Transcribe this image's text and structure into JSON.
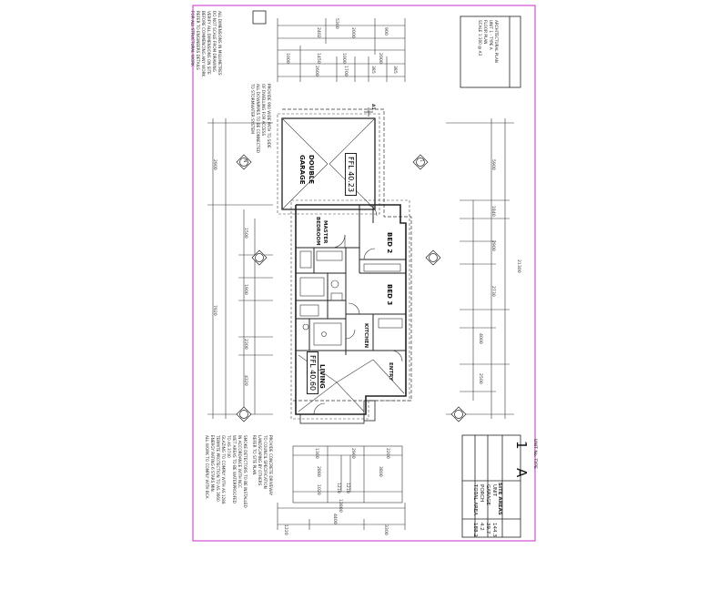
{
  "rooms": {
    "double_garage_l1": "DOUBLE",
    "double_garage_l2": "GARAGE",
    "master_bed_l1": "MASTER",
    "master_bed_l2": "BEDROOM",
    "bed2": "BED 2",
    "bed3": "BED 3",
    "living": "LIVING",
    "kitchen": "KITCHEN",
    "entry": "ENTRY"
  },
  "levels": {
    "garage_ffl": "FFL 40.23",
    "house_ffl": "FFL 40.60"
  },
  "site_left": {
    "top_total": "5300",
    "top_row1": [
      "2402",
      "2000",
      "900"
    ],
    "top_row2": [
      "1000",
      "1450",
      "1000",
      "2000"
    ],
    "top_row3": [
      "2600",
      "1700",
      "385",
      "385"
    ],
    "bottom_row1": [
      "1300",
      "2960",
      "2200"
    ],
    "bottom_row2": [
      "2880",
      "3800"
    ],
    "bottom_row3": [
      "1020",
      "1210",
      "1210"
    ],
    "bottom_total": "13800",
    "bottom_outer": [
      "1220",
      "4400",
      "3300"
    ]
  },
  "site_right": {
    "total": "21300",
    "segments": [
      "5900",
      "1840",
      "2900",
      "2730",
      "4000",
      "2500"
    ]
  },
  "site_top_left": [
    "2900",
    "7920",
    "1500",
    "1900",
    "2300",
    "4320"
  ],
  "schedule": {
    "title": "SITE AREAS",
    "rows": [
      {
        "label": "UNIT",
        "value": "144.3"
      },
      {
        "label": "GARAGE",
        "value": "39.7"
      },
      {
        "label": "PORCH",
        "value": "4.2"
      },
      {
        "label": "TOTAL AREA",
        "value": "188.2"
      }
    ],
    "unit_no": "1",
    "unit_letter": "A",
    "meta": "UNIT No.   TYPE"
  },
  "title_block": {
    "lines": [
      "ARCHITECTURAL PLAN",
      "UNIT 1 - TYPE A",
      "FLOOR PLAN",
      "SCALE 1:100 @ A3"
    ]
  },
  "notes_top_left": [
    "ALL DIMENSIONS IN MILLIMETRES",
    "DO NOT SCALE FROM DRAWING",
    "VERIFY ALL DIMENSIONS ON SITE",
    "BEFORE COMMENCING ANY WORK",
    "REFER TO ENGINEERS DETAILS",
    "FOR ALL STRUCTURAL WORK"
  ],
  "notes_top_center": [
    "PROVIDE 900 WIDE PATH TO SIDE",
    "OF DWELLING FOR ACCESS",
    "ALL DOWNPIPES TO BE CONNECTED",
    "TO STORMWATER SYSTEM"
  ],
  "notes_bottom_left": [
    "SMOKE DETECTORS TO BE INSTALLED",
    "IN ACCORDANCE WITH NCC",
    "WET AREAS TO BE WATERPROOFED",
    "TO AS 3740",
    "GLAZING TO COMPLY WITH AS 1288",
    "TERMITE PROTECTION TO AS 3660",
    "ENERGY RATING 6 STARS MIN.",
    "ALL WORK TO COMPLY WITH BCA"
  ],
  "notes_bottom_center": [
    "PROVIDE CONCRETE DRIVEWAY",
    "TO COUNCIL SPECIFICATION",
    "LANDSCAPING BY OTHERS",
    "REFER TO SITE PLAN"
  ],
  "markers": {
    "a1": "A1",
    "north": "N",
    "section": "1"
  },
  "colors": {
    "border": "#d24ed6",
    "line": "#222222",
    "roof": "#444444"
  }
}
